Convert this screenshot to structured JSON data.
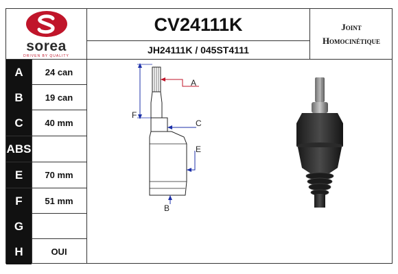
{
  "brand": {
    "name": "sorea",
    "tagline": "DRIVEN BY QUALITY",
    "color": "#c0152a"
  },
  "part": {
    "reference": "CV24111K",
    "alt_references": "JH24111K / 045ST4111",
    "category_line1": "Joint",
    "category_line2": "Homocinétique"
  },
  "specs": [
    {
      "label": "A",
      "value": "24 can"
    },
    {
      "label": "B",
      "value": "19 can"
    },
    {
      "label": "C",
      "value": "40 mm"
    },
    {
      "label": "ABS",
      "value": ""
    },
    {
      "label": "E",
      "value": "70 mm"
    },
    {
      "label": "F",
      "value": "51 mm"
    },
    {
      "label": "G",
      "value": ""
    },
    {
      "label": "H",
      "value": "OUI"
    }
  ],
  "diagram_labels": {
    "a": "A",
    "b": "B",
    "c": "C",
    "e": "E",
    "f": "F"
  }
}
